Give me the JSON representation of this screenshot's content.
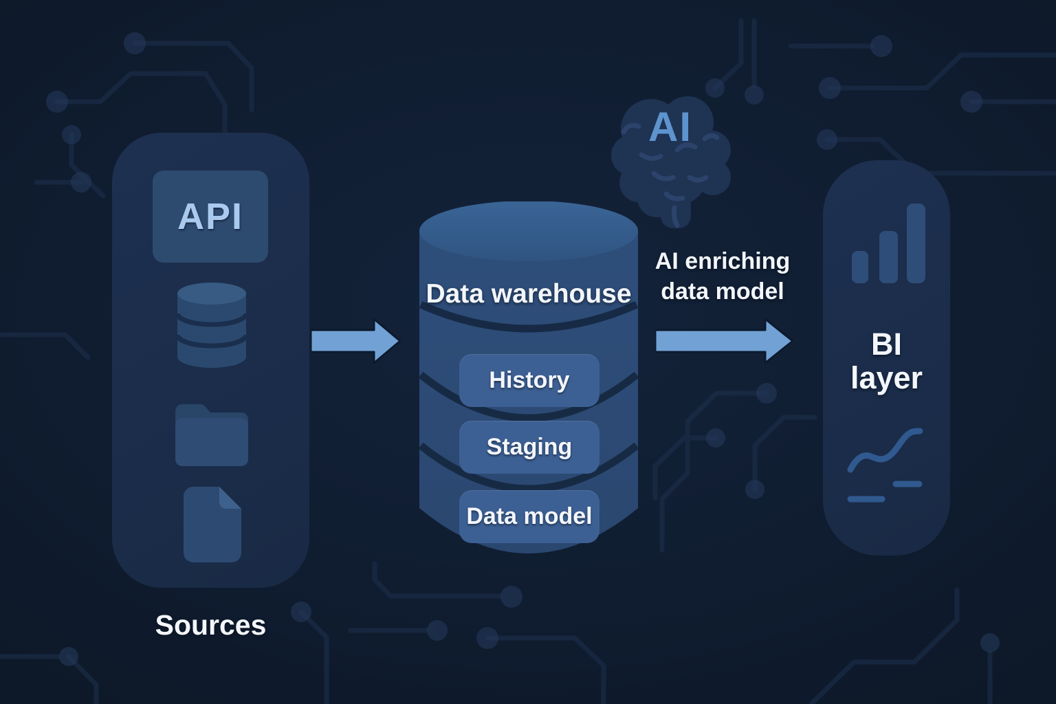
{
  "diagram": {
    "sources": {
      "label": "Sources",
      "api_badge_label": "API",
      "icons": [
        "database-icon",
        "folder-icon",
        "document-icon"
      ]
    },
    "warehouse": {
      "title": "Data warehouse",
      "layers": [
        {
          "label": "History"
        },
        {
          "label": "Staging"
        },
        {
          "label": "Data model"
        }
      ]
    },
    "ai": {
      "chip_label": "AI",
      "caption_line1": "AI enriching",
      "caption_line2": "data model",
      "icon": "ai-brain-icon"
    },
    "bi": {
      "label_line1": "BI",
      "label_line2": "layer",
      "icons": [
        "bar-chart-icon",
        "line-chart-icon"
      ]
    },
    "flow": [
      "Sources",
      "Data warehouse",
      "BI layer"
    ]
  },
  "colors": {
    "background": "#101d31",
    "panel": "#1b2d49",
    "node_blue": "#2d4b73",
    "cylinder_top": "#38628f",
    "layer_badge": "#3d6094",
    "arrow": "#72a2d5",
    "api_text": "#a9caee",
    "ai_text": "#5e94ce",
    "chart_line": "#30598f",
    "circuit_trace": "#1d2f4b",
    "text_white": "#f3f6fa"
  }
}
